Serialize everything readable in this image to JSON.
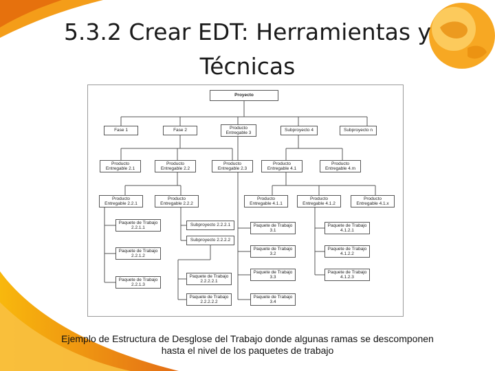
{
  "slide": {
    "title_line1": "5.3.2 Crear EDT: Herramientas y",
    "title_line2": "Técnicas",
    "caption_line1": "Ejemplo de Estructura de Desglose del Trabajo donde algunas ramas se  descomponen",
    "caption_line2": "hasta el nivel de los paquetes de trabajo"
  },
  "colors": {
    "accent_orange": "#f39200",
    "deep_orange": "#e2660a",
    "line": "#555555"
  },
  "wbs": {
    "root": "Proyecto",
    "level1": {
      "fase1": "Fase 1",
      "fase2": "Fase 2",
      "pe3": [
        "Producto",
        "Entregable 3"
      ],
      "sp4": "Subproyecto 4",
      "spn": "Subproyecto n"
    },
    "level2": {
      "pe21": [
        "Producto",
        "Entregable 2.1"
      ],
      "pe22": [
        "Producto",
        "Entregable 2.2"
      ],
      "pe23": [
        "Producto",
        "Entregable 2.3"
      ],
      "pe41": [
        "Producto",
        "Entregable 4.1"
      ],
      "pe4m": [
        "Producto",
        "Entregable 4.m"
      ]
    },
    "level3": {
      "pe221": [
        "Producto",
        "Entregable 2.2.1"
      ],
      "pe222": [
        "Producto",
        "Entregable 2.2.2"
      ],
      "pe411": [
        "Producto",
        "Entregable 4.1.1"
      ],
      "pe412": [
        "Producto",
        "Entregable 4.1.2"
      ],
      "pe41x": [
        "Producto",
        "Entregable 4.1.x"
      ]
    },
    "work_packages": {
      "wp2211": [
        "Paquete de Trabajo",
        "2.2.1.1"
      ],
      "wp2212": [
        "Paquete de Trabajo",
        "2.2.1.2"
      ],
      "wp2213": [
        "Paquete de Trabajo",
        "2.2.1.3"
      ],
      "sp22221": "Subproyecto 2.2.2.1",
      "sp22222": "Subproyecto 2.2.2.2",
      "wp22221": [
        "Paquete de Trabajo",
        "2.2.2.2.1"
      ],
      "wp22222": [
        "Paquete de Trabajo",
        "2.2.2.2.2"
      ],
      "wp31": [
        "Paquete de Trabajo",
        "3.1"
      ],
      "wp32": [
        "Paquete de Trabajo",
        "3.2"
      ],
      "wp33": [
        "Paquete de Trabajo",
        "3.3"
      ],
      "wp34": [
        "Paquete de Trabajo",
        "3.4"
      ],
      "wp4121": [
        "Paquete de Trabajo",
        "4.1.2.1"
      ],
      "wp4122": [
        "Paquete de Trabajo",
        "4.1.2.2"
      ],
      "wp4123": [
        "Paquete de Trabajo",
        "4.1.2.3"
      ]
    }
  }
}
